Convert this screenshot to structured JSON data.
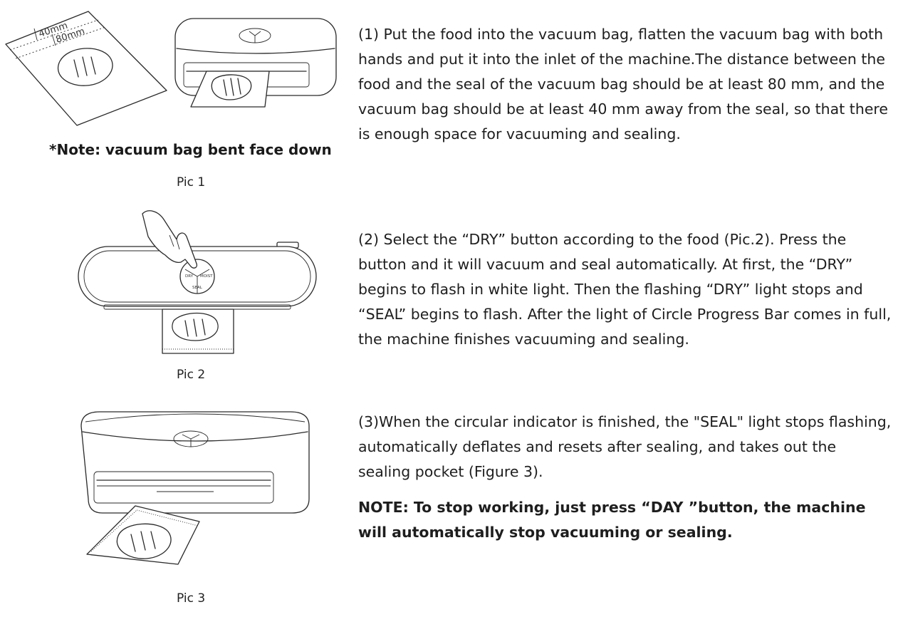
{
  "steps": [
    {
      "caption": "Pic 1",
      "figure_note": "*Note: vacuum bag bent face down",
      "figure_labels": [
        "40mm",
        "80mm"
      ],
      "text": "(1) Put the food into the vacuum bag, flatten the vacuum bag with both hands and put it into the inlet of the machine.The distance between the food and the seal of the vacuum bag should be at least 80 mm, and the vacuum bag should be at least 40 mm away from the seal, so that there is enough space for vacuuming and sealing."
    },
    {
      "caption": "Pic 2",
      "figure_labels": [
        "DRY",
        "MOIST",
        "SEAL"
      ],
      "text": "(2) Select the “DRY” button according to the food (Pic.2). Press the button and it will vacuum and seal automatically. At first, the “DRY” begins to flash in white light. Then the flashing “DRY”  light stops and “SEAL” begins to flash. After the light of Circle Progress Bar comes in full, the machine finishes vacuuming and sealing."
    },
    {
      "caption": "Pic 3",
      "text": "(3)When the circular indicator is finished, the \"SEAL\" light stops flashing, automatically deflates and resets after sealing, and takes out the sealing pocket (Figure 3).",
      "note": "NOTE: To stop working, just press “DAY ”button, the machine will automatically stop vacuuming or sealing."
    }
  ]
}
